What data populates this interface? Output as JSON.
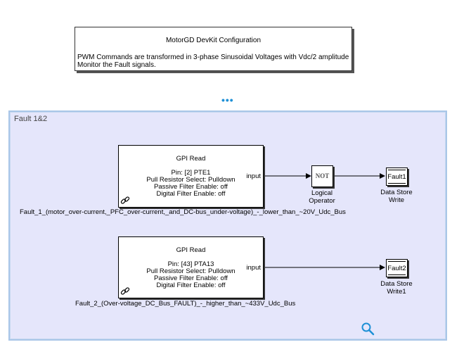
{
  "annotation": {
    "title": "MotorGD DevKit Configuration",
    "line1": "PWM Commands are transformed in 3-phase Sinusoidal Voltages with Vdc/2 amplitude",
    "line2": "Monitor the Fault signals."
  },
  "ellipsis": "•••",
  "area": {
    "title": "Fault 1&2"
  },
  "blocks": {
    "gpi1": {
      "title": "GPI Read",
      "pin": "Pin: [2] PTE1",
      "pull": "Pull Resistor Select: Pulldown",
      "passive": "Passive Filter Enable: off",
      "digital": "Digital Filter Enable: off",
      "port": "input",
      "name": "Fault_1_(motor_over-current,_PFC_over-current,_and_DC-bus_under-voltage)_-_lower_than_~20V_Udc_Bus"
    },
    "gpi2": {
      "title": "GPI Read",
      "pin": "Pin: [43] PTA13",
      "pull": "Pull Resistor Select: Pulldown",
      "passive": "Passive Filter Enable: off",
      "digital": "Digital Filter Enable: off",
      "port": "input",
      "name": "Fault_2_(Over-voltage_DC_Bus_FAULT)_-_higher_than_~433V_Udc_Bus"
    },
    "not": {
      "symbol": "NOT",
      "name_line1": "Logical",
      "name_line2": "Operator"
    },
    "ds1": {
      "label": "Fault1",
      "name_line1": "Data Store",
      "name_line2": "Write"
    },
    "ds2": {
      "label": "Fault2",
      "name_line1": "Data Store",
      "name_line2": "Write1"
    }
  },
  "icons": {
    "link": "link-icon",
    "zoom": "zoom-icon"
  },
  "colors": {
    "area_fill": "#e5e6fb",
    "area_border": "#a9c6e8",
    "accent": "#1e90d6"
  }
}
